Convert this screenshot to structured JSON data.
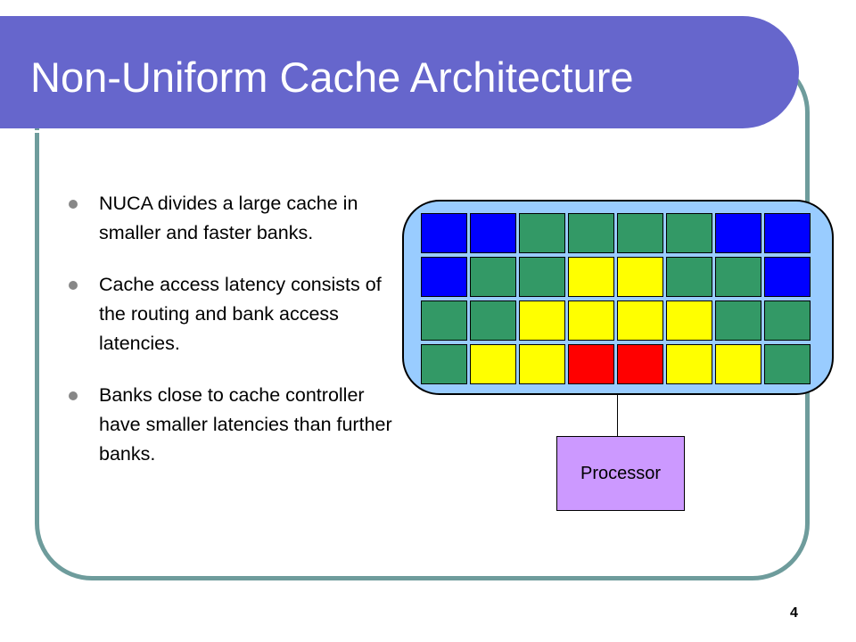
{
  "slide": {
    "title": "Non-Uniform Cache Architecture",
    "page_number": "4",
    "colors": {
      "title_bar": "#6666cc",
      "frame_border": "#6e9c9c",
      "bullet": "#878787"
    }
  },
  "bullets": [
    "NUCA divides a large cache in smaller and faster banks.",
    "Cache access latency consists of the routing and bank access latencies.",
    "Banks close to cache controller have smaller latencies than further banks."
  ],
  "diagram": {
    "cache_fill": "#99ccff",
    "bank_colors": {
      "blue": "#0000ff",
      "green": "#339966",
      "yellow": "#ffff00",
      "red": "#ff0000"
    },
    "bank_rows": [
      [
        "blue",
        "blue",
        "green",
        "green",
        "green",
        "green",
        "blue",
        "blue"
      ],
      [
        "blue",
        "green",
        "green",
        "yellow",
        "yellow",
        "green",
        "green",
        "blue"
      ],
      [
        "green",
        "green",
        "yellow",
        "yellow",
        "yellow",
        "yellow",
        "green",
        "green"
      ],
      [
        "green",
        "yellow",
        "yellow",
        "red",
        "red",
        "yellow",
        "yellow",
        "green"
      ]
    ],
    "processor": {
      "label": "Processor",
      "fill": "#cc99ff"
    }
  }
}
